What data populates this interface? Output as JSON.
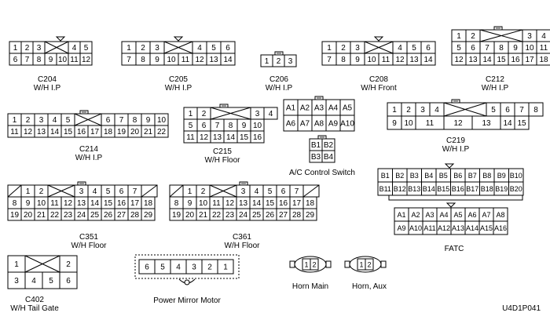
{
  "figure_code": "U4D1P041",
  "connectors": [
    {
      "id": "c204",
      "code": "C204",
      "sub": "W/H I.P"
    },
    {
      "id": "c205",
      "code": "C205",
      "sub": "W/H I.P"
    },
    {
      "id": "c206",
      "code": "C206",
      "sub": "W/H I.P"
    },
    {
      "id": "c208",
      "code": "C208",
      "sub": "W/H Front"
    },
    {
      "id": "c212",
      "code": "C212",
      "sub": "W/H I.P"
    },
    {
      "id": "c214",
      "code": "C214",
      "sub": "W/H I.P"
    },
    {
      "id": "c215",
      "code": "C215",
      "sub": "W/H Floor"
    },
    {
      "id": "ac",
      "code": "",
      "sub": "A/C Control Switch"
    },
    {
      "id": "c219",
      "code": "C219",
      "sub": "W/H I.P"
    },
    {
      "id": "fatc",
      "code": "",
      "sub": "FATC"
    },
    {
      "id": "c351",
      "code": "C351",
      "sub": "W/H Floor"
    },
    {
      "id": "c361",
      "code": "C361",
      "sub": "W/H Floor"
    },
    {
      "id": "c402",
      "code": "C402",
      "sub": "W/H Tail Gate"
    },
    {
      "id": "pmm",
      "code": "",
      "sub": "Power Mirror Motor"
    },
    {
      "id": "hornmain",
      "code": "",
      "sub": "Horn Main"
    },
    {
      "id": "hornaux",
      "code": "",
      "sub": "Horn, Aux"
    }
  ],
  "pins": {
    "c204": [
      [
        "1",
        "2",
        "3",
        "",
        "4",
        "5"
      ],
      [
        "6",
        "7",
        "8",
        "9",
        "10",
        "11",
        "12"
      ]
    ],
    "c205": [
      [
        "1",
        "2",
        "3",
        "",
        "4",
        "5",
        "6"
      ],
      [
        "7",
        "8",
        "9",
        "10",
        "11",
        "12",
        "13",
        "14"
      ]
    ],
    "c206": [
      [
        "1",
        "2",
        "3"
      ]
    ],
    "c208": [
      [
        "1",
        "2",
        "3",
        "",
        "4",
        "5",
        "6"
      ],
      [
        "7",
        "8",
        "9",
        "10",
        "11",
        "12",
        "13",
        "14"
      ]
    ],
    "c212": [
      [
        "1",
        "2",
        "",
        "3",
        "4"
      ],
      [
        "5",
        "6",
        "7",
        "8",
        "9",
        "10",
        "11"
      ],
      [
        "12",
        "13",
        "14",
        "15",
        "16",
        "17",
        "18"
      ]
    ],
    "c214": [
      [
        "1",
        "2",
        "3",
        "4",
        "5",
        "",
        "6",
        "7",
        "8",
        "9",
        "10"
      ],
      [
        "11",
        "12",
        "13",
        "14",
        "15",
        "16",
        "17",
        "18",
        "19",
        "20",
        "21",
        "22"
      ]
    ],
    "c215": [
      [
        "1",
        "2",
        "",
        "3",
        "4"
      ],
      [
        "5",
        "6",
        "7",
        "8",
        "9",
        "10"
      ],
      [
        "11",
        "12",
        "13",
        "14",
        "15",
        "16"
      ]
    ],
    "ac_top": [
      [
        "A1",
        "A2",
        "A3",
        "A4",
        "A5"
      ],
      [
        "A6",
        "A7",
        "A8",
        "A9",
        "A10"
      ]
    ],
    "ac_small": [
      [
        "B1",
        "B2"
      ],
      [
        "B3",
        "B4"
      ]
    ],
    "c219": [
      [
        "1",
        "2",
        "3",
        "4",
        "",
        "5",
        "6",
        "7",
        "8"
      ],
      [
        "9",
        "10",
        "11",
        "12",
        "13",
        "14",
        "15"
      ]
    ],
    "fatc_b": [
      [
        "B1",
        "B2",
        "B3",
        "B4",
        "B5",
        "B6",
        "B7",
        "B8",
        "B9",
        "B10"
      ],
      [
        "B11",
        "B12",
        "B13",
        "B14",
        "B15",
        "B16",
        "B17",
        "B18",
        "B19",
        "B20"
      ]
    ],
    "fatc_a": [
      [
        "A1",
        "A2",
        "A3",
        "A4",
        "A5",
        "A6",
        "A7",
        "A8"
      ],
      [
        "A9",
        "A10",
        "A11",
        "A12",
        "A13",
        "A14",
        "A15",
        "A16"
      ]
    ],
    "c351": [
      [
        "",
        "1",
        "2",
        "",
        "3",
        "4",
        "5",
        "6",
        "7",
        ""
      ],
      [
        "8",
        "9",
        "10",
        "11",
        "12",
        "13",
        "14",
        "15",
        "16",
        "17",
        "18"
      ],
      [
        "19",
        "20",
        "21",
        "22",
        "23",
        "24",
        "25",
        "26",
        "27",
        "28",
        "29"
      ]
    ],
    "c361": [
      [
        "",
        "1",
        "2",
        "",
        "3",
        "4",
        "5",
        "6",
        "7",
        ""
      ],
      [
        "8",
        "9",
        "10",
        "11",
        "12",
        "13",
        "14",
        "15",
        "16",
        "17",
        "18"
      ],
      [
        "19",
        "20",
        "21",
        "22",
        "23",
        "24",
        "25",
        "26",
        "27",
        "28",
        "29"
      ]
    ],
    "c402": [
      [
        "1",
        "",
        "2"
      ],
      [
        "3",
        "4",
        "5",
        "6"
      ]
    ],
    "pmm": [
      [
        "6",
        "5",
        "4",
        "3",
        "2",
        "1"
      ]
    ],
    "hornmain": [
      [
        "1",
        "2"
      ]
    ],
    "hornaux": [
      [
        "1",
        "2"
      ]
    ]
  }
}
